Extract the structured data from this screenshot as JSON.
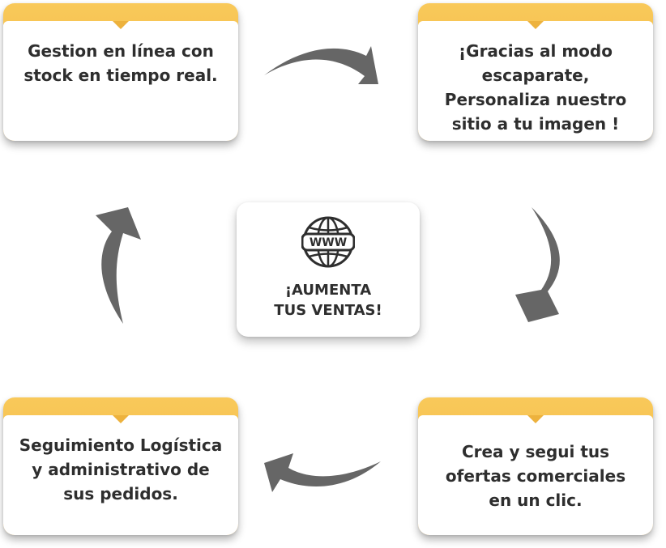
{
  "steps": {
    "top_left": {
      "lines": [
        "Gestion en línea con",
        "stock en tiempo real."
      ]
    },
    "top_right": {
      "lines": [
        "¡Gracias al modo",
        "escaparate,",
        "Personaliza nuestro",
        "sitio a tu imagen !"
      ]
    },
    "bottom_right": {
      "lines": [
        "Crea y segui tus",
        "ofertas comerciales",
        "en un clic."
      ]
    },
    "bottom_left": {
      "lines": [
        "Seguimiento Logística",
        "y administrativo de",
        "sus pedidos."
      ]
    }
  },
  "center": {
    "icon": "globe-www-icon",
    "icon_text": "WWW",
    "lines": [
      "¡AUMENTA",
      "TUS VENTAS!"
    ]
  },
  "colors": {
    "accent": "#edb23d",
    "arrow": "#666666",
    "text": "#2e2e2e"
  }
}
